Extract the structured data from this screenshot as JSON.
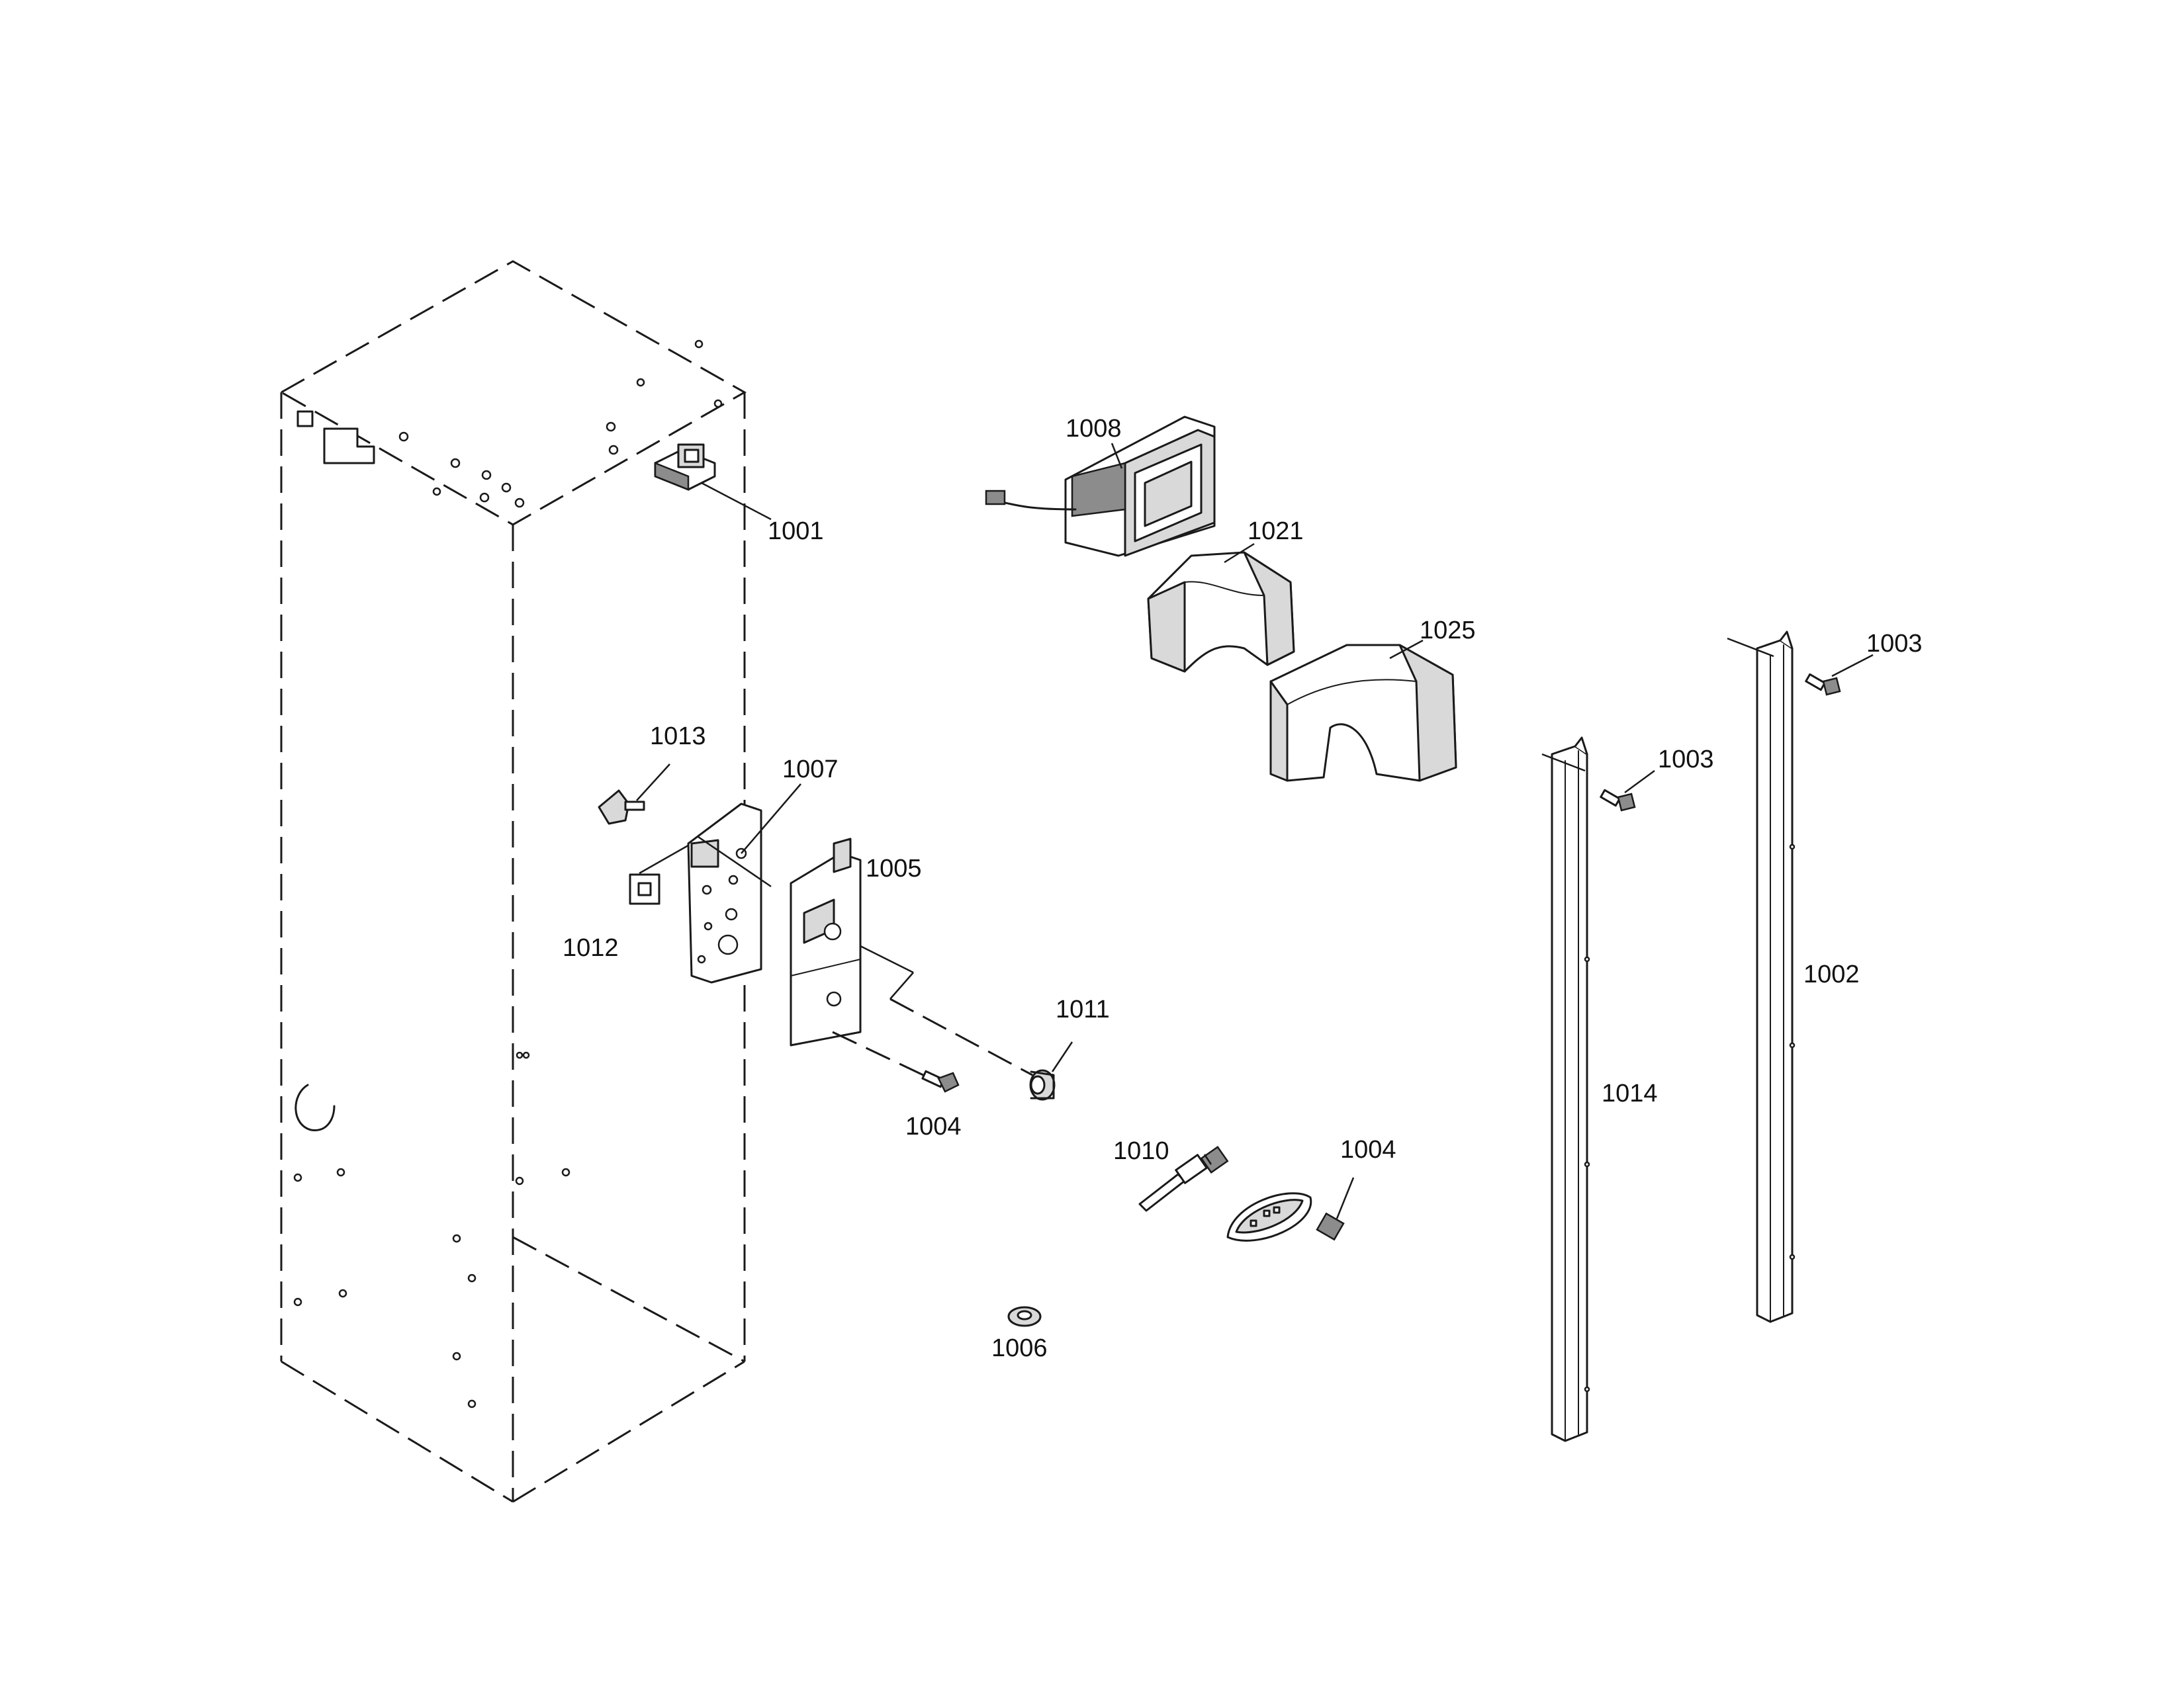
{
  "callouts": {
    "c1001": "1001",
    "c1002": "1002",
    "c1003a": "1003",
    "c1003b": "1003",
    "c1004a": "1004",
    "c1004b": "1004",
    "c1005": "1005",
    "c1006": "1006",
    "c1007": "1007",
    "c1008": "1008",
    "c1010": "1010",
    "c1011": "1011",
    "c1012": "1012",
    "c1013": "1013",
    "c1014": "1014",
    "c1021": "1021",
    "c1025": "1025"
  }
}
